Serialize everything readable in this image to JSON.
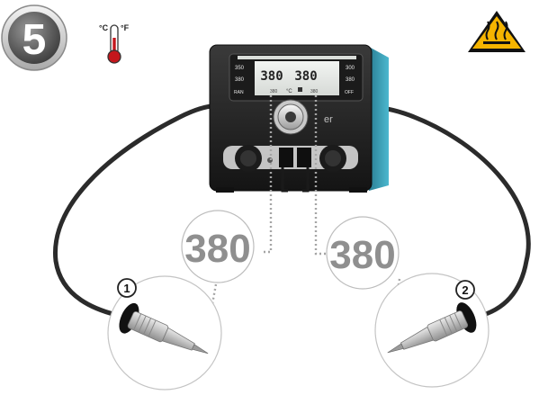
{
  "step": {
    "number": "5"
  },
  "unit_icon": {
    "celsius": "°C",
    "fahrenheit": "°F"
  },
  "warning_icon": {
    "name": "hot-surface-warning-icon",
    "color": "#f5b400"
  },
  "station": {
    "brand_fragment": "er",
    "display": {
      "left_temp": "380",
      "right_temp": "380",
      "left_preset_top": "350",
      "left_preset_mid": "380",
      "right_preset_top": "300",
      "right_preset_mid": "380",
      "left_small_label": "380",
      "right_small_label": "380",
      "unit": "°C",
      "left_status": "RAN",
      "right_status": "OFF"
    },
    "accent_color": "#3aa0b8"
  },
  "zoom_readouts": {
    "left": "380",
    "right": "380"
  },
  "callouts": {
    "left_number": "1",
    "right_number": "2"
  }
}
